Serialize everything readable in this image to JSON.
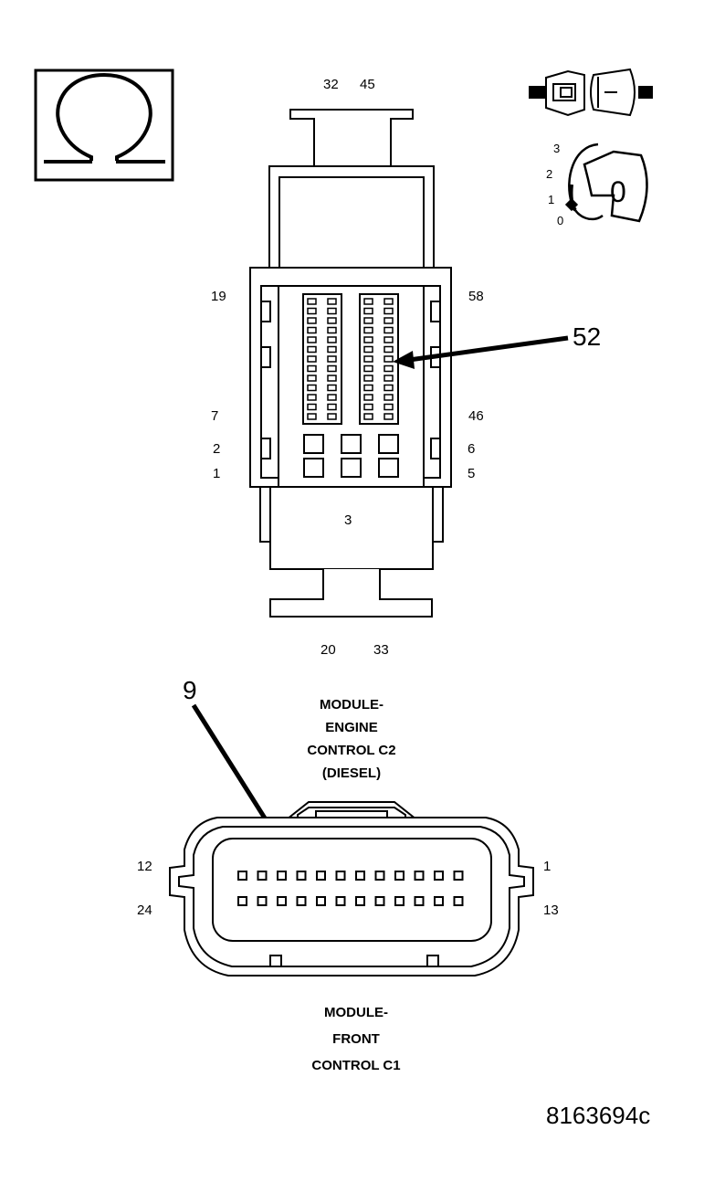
{
  "icons": {
    "ohmmeter": "omega-ohm-icon",
    "connector_disconnect": "connector-unplugged-icon",
    "ignition": "ignition-key-icon"
  },
  "ignition_key": {
    "position_labels": [
      "3",
      "2",
      "1",
      "0"
    ],
    "current_position": "0"
  },
  "c2_connector": {
    "top_labels": [
      "32",
      "45"
    ],
    "bottom_labels": [
      "20",
      "33"
    ],
    "left_labels": [
      "19",
      "7",
      "2",
      "1"
    ],
    "right_labels": [
      "58",
      "46",
      "6",
      "5"
    ],
    "center_label": "3",
    "callout": "52",
    "title_lines": [
      "MODULE-",
      "ENGINE",
      "CONTROL C2",
      "(DIESEL)"
    ]
  },
  "c1_connector": {
    "left_labels": [
      "12",
      "24"
    ],
    "right_labels": [
      "1",
      "13"
    ],
    "callout": "9",
    "title_lines": [
      "MODULE-",
      "FRONT",
      "CONTROL C1"
    ]
  },
  "figure_id": "8163694c"
}
